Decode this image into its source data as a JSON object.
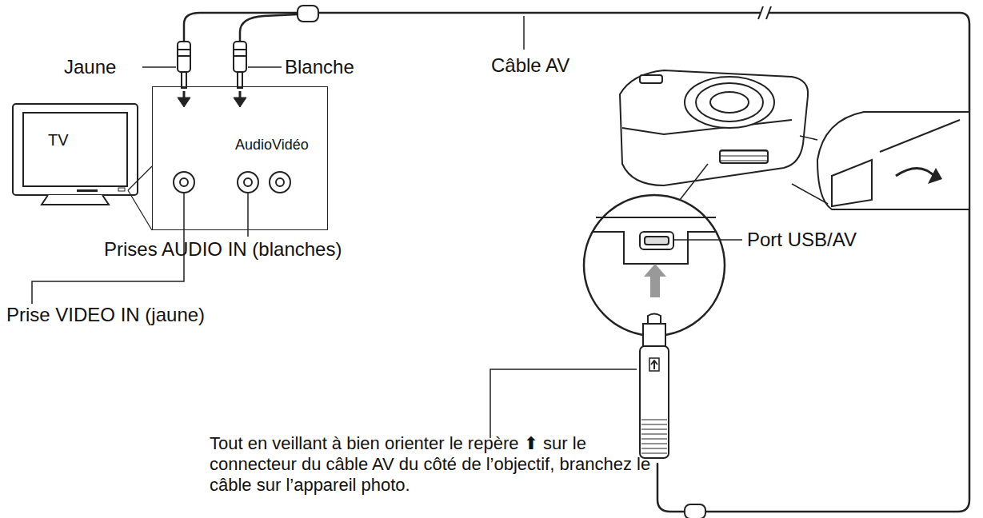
{
  "diagram": {
    "nodes": [
      {
        "text": [
          "TV"
        ]
      },
      {
        "text": [
          "AudioVidéo"
        ]
      }
    ],
    "labels": [
      "Jaune",
      "Blanche",
      "Câble AV",
      "Prises AUDIO IN (blanches)",
      "Prise VIDEO IN (jaune)",
      "Port USB/AV",
      "Tout en veillant à bien orienter le repère ⬆ sur le connecteur du câble AV du côté de l’objectif, branchez le câble sur l’appareil photo."
    ]
  }
}
